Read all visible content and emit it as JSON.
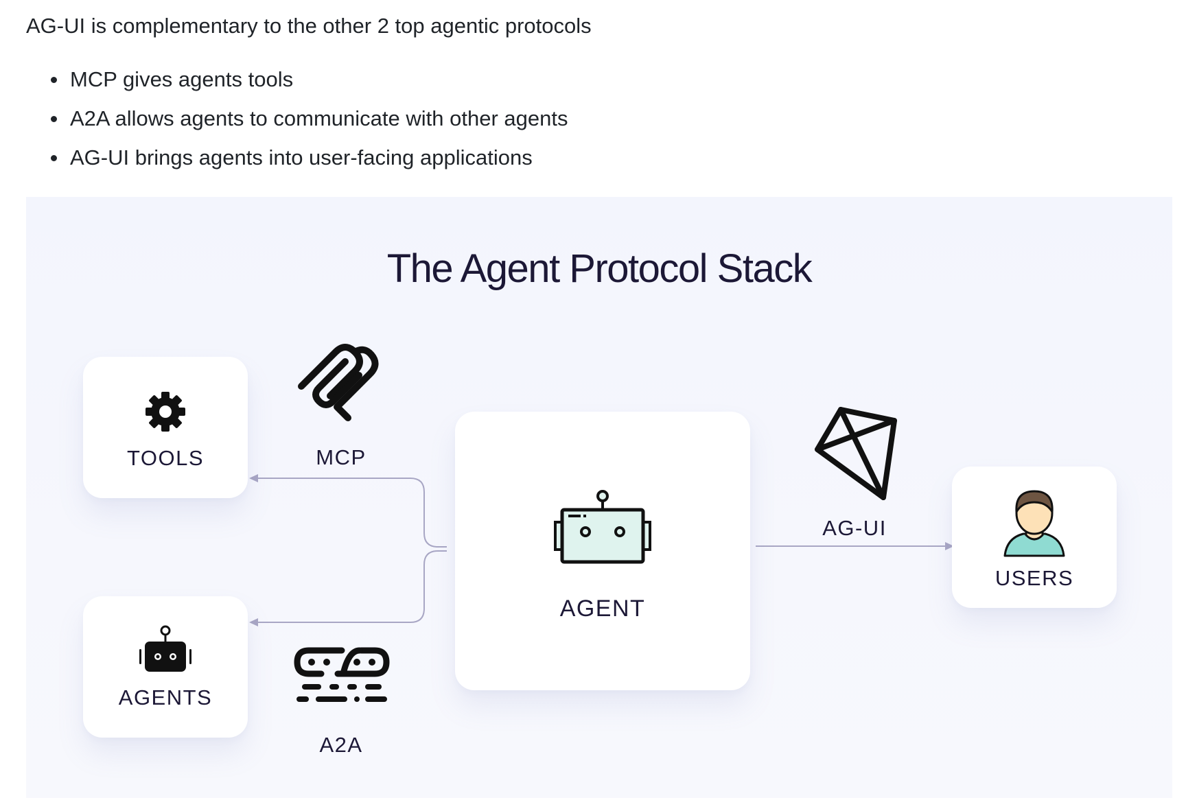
{
  "intro": "AG-UI is complementary to the other 2 top agentic protocols",
  "bullets": [
    "MCP gives agents tools",
    "A2A allows agents to communicate with other agents",
    "AG-UI brings agents into user-facing applications"
  ],
  "diagram": {
    "title": "The Agent Protocol Stack",
    "nodes": {
      "tools": "TOOLS",
      "agents": "AGENTS",
      "agent": "AGENT",
      "users": "USERS"
    },
    "protocols": {
      "mcp": "MCP",
      "a2a": "A2A",
      "agui": "AG-UI"
    },
    "icons": {
      "tools": "gear-icon",
      "agents": "robot-icon",
      "agent": "robot-icon",
      "users": "user-icon",
      "mcp": "mcp-logo-icon",
      "a2a": "a2a-logo-icon",
      "agui": "ag-ui-logo-icon"
    },
    "colors": {
      "background": "#f4f6fd",
      "card": "#ffffff",
      "text": "#1c1836",
      "connector": "#a8a6c4",
      "robot_face": "#dff3ee",
      "user_skin": "#fde1b7",
      "user_hair": "#6e5542",
      "user_shirt": "#8fdbd2"
    }
  }
}
